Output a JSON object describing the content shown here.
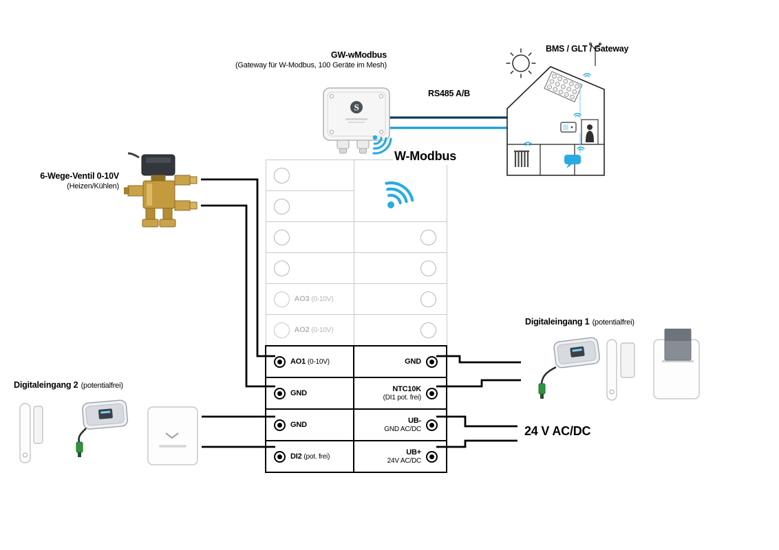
{
  "gateway": {
    "title": "GW-wModbus",
    "subtitle": "(Gateway für W-Modbus, 100 Geräte im Mesh)",
    "logo_letter": "S"
  },
  "bms": {
    "label": "BMS / GLT / Gateway"
  },
  "bus": {
    "rs485_label": "RS485 A/B",
    "wireless_label": "W-Modbus"
  },
  "power": {
    "label": "24 V AC/DC"
  },
  "valve": {
    "title": "6-Wege-Ventil 0-10V",
    "subtitle": "(Heizen/Kühlen)"
  },
  "digital_input_1": {
    "title": "Digitaleingang 1",
    "subtitle": "(potentialfrei)"
  },
  "digital_input_2": {
    "title": "Digitaleingang 2",
    "subtitle": "(potentialfrei)"
  },
  "terminals": {
    "left": [
      {
        "name": "",
        "sub": ""
      },
      {
        "name": "",
        "sub": ""
      },
      {
        "name": "",
        "sub": ""
      },
      {
        "name": "",
        "sub": ""
      },
      {
        "name": "AO3",
        "sub": "(0-10V)"
      },
      {
        "name": "AO2",
        "sub": "(0-10V)"
      },
      {
        "name": "AO1",
        "sub": "(0-10V)"
      },
      {
        "name": "GND",
        "sub": ""
      },
      {
        "name": "GND",
        "sub": ""
      },
      {
        "name": "DI2",
        "sub": "(pot. frei)"
      }
    ],
    "right": [
      {
        "name": "GND",
        "sub": ""
      },
      {
        "name": "NTC10K",
        "sub": "(DI1 pot. frei)"
      },
      {
        "name": "UB-",
        "sub": "GND AC/DC"
      },
      {
        "name": "UB+",
        "sub": "24V AC/DC"
      }
    ]
  },
  "colors": {
    "accent_blue": "#29abe2",
    "rs485_a": "#123c59",
    "rs485_b": "#1b9cd8",
    "wire": "#000000",
    "brass": "#c49a3f"
  }
}
